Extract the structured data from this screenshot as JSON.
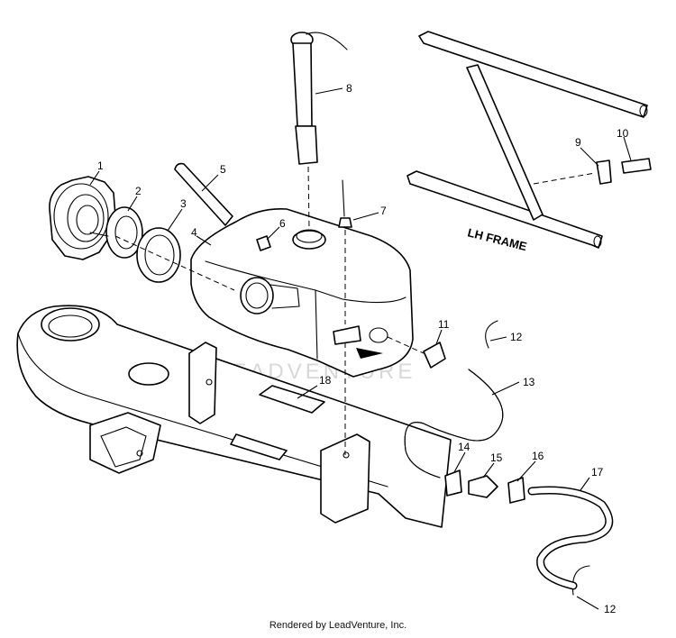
{
  "frame_label": "LH FRAME",
  "watermark": "LEADVENTURE",
  "footer": "Rendered by LeadVenture, Inc.",
  "callouts": [
    "1",
    "2",
    "3",
    "4",
    "5",
    "6",
    "7",
    "8",
    "9",
    "10",
    "11",
    "12",
    "13",
    "14",
    "15",
    "16",
    "17",
    "18",
    "12"
  ]
}
